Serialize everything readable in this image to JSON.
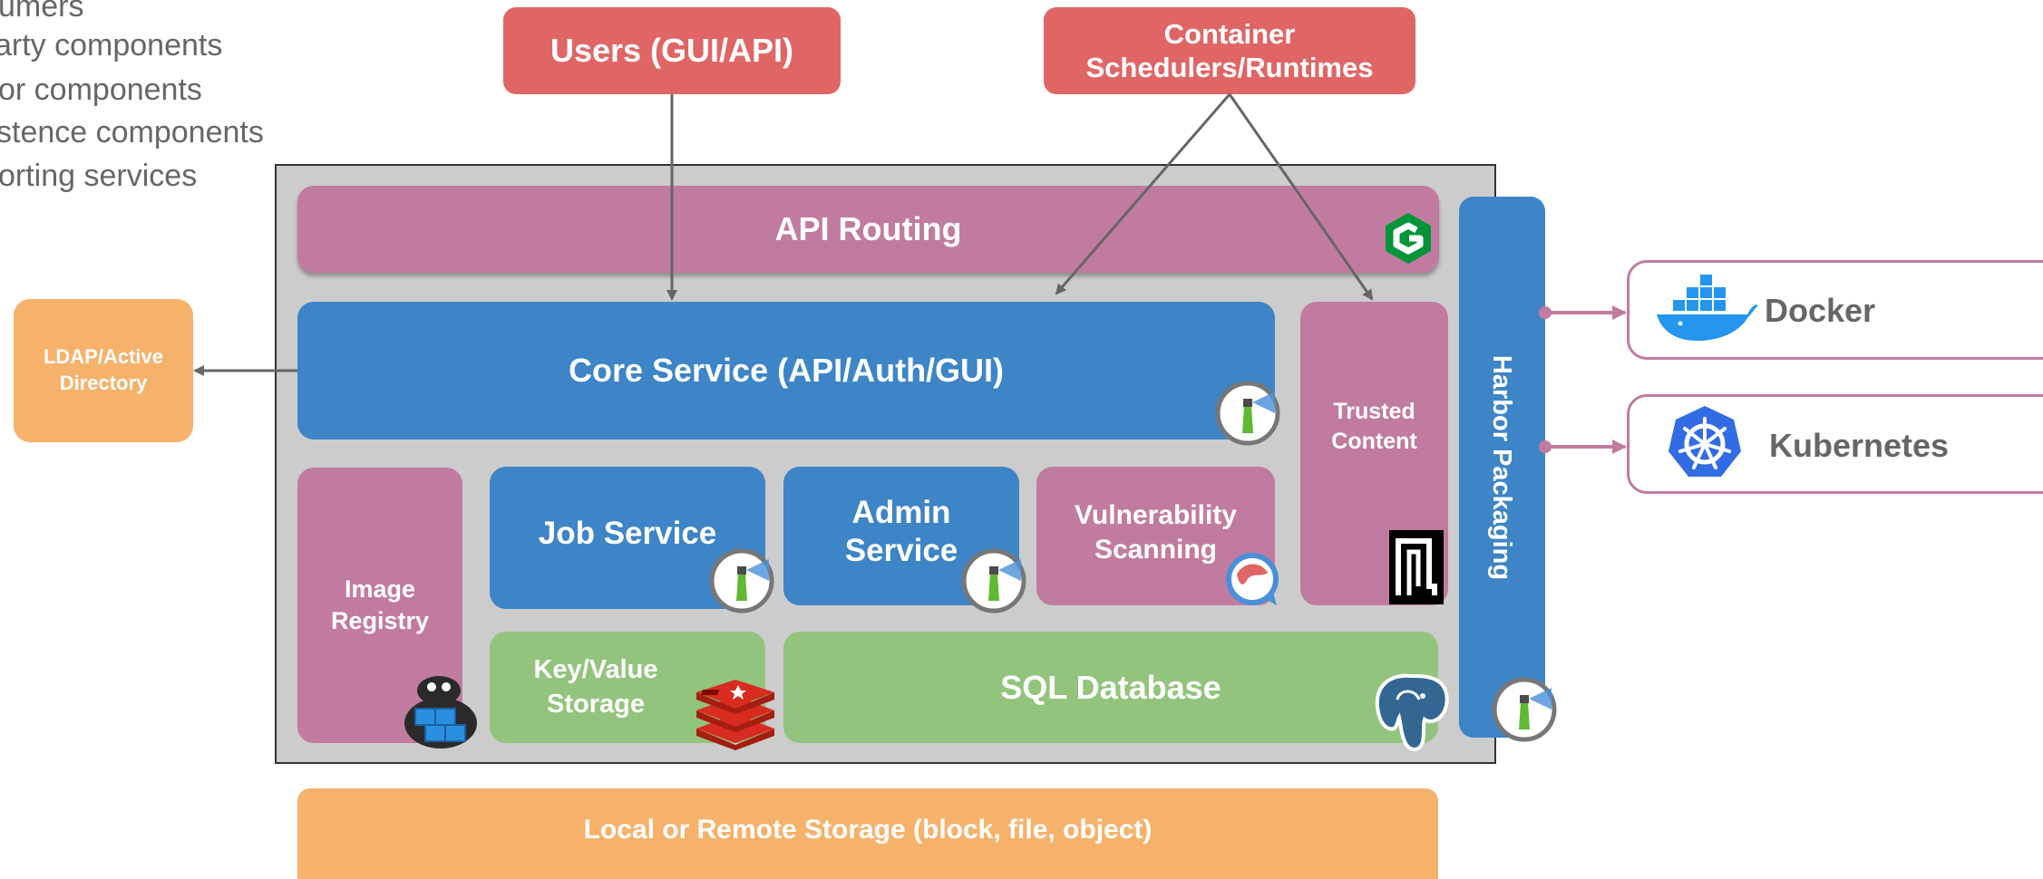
{
  "legend": {
    "items": [
      "umers",
      "arty components",
      "or components",
      "stence components",
      "orting services"
    ]
  },
  "clients": {
    "users": "Users (GUI/API)",
    "schedulers": "Container\nSchedulers/Runtimes"
  },
  "harbor": {
    "api_routing": "API Routing",
    "core_service": "Core Service (API/Auth/GUI)",
    "trusted_content": "Trusted\nContent",
    "image_registry": "Image\nRegistry",
    "job_service": "Job Service",
    "admin_service": "Admin\nService",
    "vulnerability_scanning": "Vulnerability\nScanning",
    "kv_storage": "Key/Value\nStorage",
    "sql_database": "SQL Database",
    "packaging": "Harbor Packaging"
  },
  "external": {
    "ldap": "LDAP/Active\nDirectory",
    "storage": "Local or Remote Storage (block, file, object)",
    "docker": "Docker",
    "kubernetes": "Kubernetes"
  },
  "colors": {
    "clients": "#e06666",
    "third_party": "#c27ba0",
    "harbor": "#3d85c6",
    "persistence": "#93c47d",
    "supporting": "#f6b26b",
    "frame": "#cccccc"
  }
}
